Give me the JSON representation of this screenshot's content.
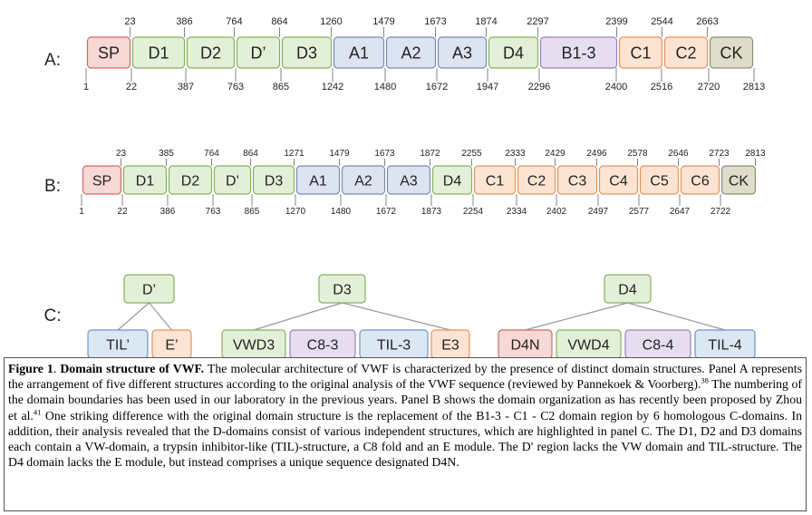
{
  "colors": {
    "sp": {
      "fill": "#f8d8d5",
      "stroke": "#cc6b63"
    },
    "d": {
      "fill": "#e3f0d8",
      "stroke": "#86b05f"
    },
    "a": {
      "fill": "#dde4f1",
      "stroke": "#7889b4"
    },
    "b": {
      "fill": "#e6def0",
      "stroke": "#9784b5"
    },
    "c": {
      "fill": "#fde4d2",
      "stroke": "#e09462"
    },
    "ck": {
      "fill": "#deddc9",
      "stroke": "#8f8e73"
    },
    "til": {
      "fill": "#dbe7f3",
      "stroke": "#6e95c0"
    },
    "line": "#999999",
    "tick": "#666666"
  },
  "panels": [
    {
      "label": "A:",
      "domains": [
        {
          "name": "SP",
          "color": "sp"
        },
        {
          "name": "D1",
          "color": "d"
        },
        {
          "name": "D2",
          "color": "d"
        },
        {
          "name": "D’",
          "color": "d"
        },
        {
          "name": "D3",
          "color": "d"
        },
        {
          "name": "A1",
          "color": "a"
        },
        {
          "name": "A2",
          "color": "a"
        },
        {
          "name": "A3",
          "color": "a"
        },
        {
          "name": "D4",
          "color": "d"
        },
        {
          "name": "B1-3",
          "color": "b"
        },
        {
          "name": "C1",
          "color": "c"
        },
        {
          "name": "C2",
          "color": "c"
        },
        {
          "name": "CK",
          "color": "ck"
        }
      ],
      "top_numbers": [
        "23",
        "386",
        "764",
        "864",
        "1260",
        "1479",
        "1673",
        "1874",
        "2297",
        "2399",
        "2544",
        "2663"
      ],
      "bottom_numbers": [
        "1",
        "22",
        "387",
        "763",
        "865",
        "1242",
        "1480",
        "1672",
        "1947",
        "2296",
        "2400",
        "2516",
        "2720",
        "2813"
      ]
    },
    {
      "label": "B:",
      "domains": [
        {
          "name": "SP",
          "color": "sp"
        },
        {
          "name": "D1",
          "color": "d"
        },
        {
          "name": "D2",
          "color": "d"
        },
        {
          "name": "D’",
          "color": "d"
        },
        {
          "name": "D3",
          "color": "d"
        },
        {
          "name": "A1",
          "color": "a"
        },
        {
          "name": "A2",
          "color": "a"
        },
        {
          "name": "A3",
          "color": "a"
        },
        {
          "name": "D4",
          "color": "d"
        },
        {
          "name": "C1",
          "color": "c"
        },
        {
          "name": "C2",
          "color": "c"
        },
        {
          "name": "C3",
          "color": "c"
        },
        {
          "name": "C4",
          "color": "c"
        },
        {
          "name": "C5",
          "color": "c"
        },
        {
          "name": "C6",
          "color": "c"
        },
        {
          "name": "CK",
          "color": "ck"
        }
      ],
      "top_numbers": [
        "23",
        "385",
        "764",
        "864",
        "1271",
        "1479",
        "1673",
        "1872",
        "2255",
        "2333",
        "2429",
        "2496",
        "2578",
        "2646",
        "2723",
        "2813"
      ],
      "bottom_numbers": [
        "1",
        "22",
        "386",
        "763",
        "865",
        "1270",
        "1480",
        "1672",
        "1873",
        "2254",
        "2334",
        "2402",
        "2497",
        "2577",
        "2647",
        "2722"
      ]
    }
  ],
  "panel_c": {
    "label": "C:",
    "trees": [
      {
        "parent": {
          "name": "D’",
          "color": "d"
        },
        "children": [
          {
            "name": "TIL’",
            "color": "til"
          },
          {
            "name": "E’",
            "color": "c"
          }
        ]
      },
      {
        "parent": {
          "name": "D3",
          "color": "d"
        },
        "children": [
          {
            "name": "VWD3",
            "color": "d"
          },
          {
            "name": "C8-3",
            "color": "b"
          },
          {
            "name": "TIL-3",
            "color": "til"
          },
          {
            "name": "E3",
            "color": "c"
          }
        ]
      },
      {
        "parent": {
          "name": "D4",
          "color": "d"
        },
        "children": [
          {
            "name": "D4N",
            "color": "sp"
          },
          {
            "name": "VWD4",
            "color": "d"
          },
          {
            "name": "C8-4",
            "color": "b"
          },
          {
            "name": "TIL-4",
            "color": "til"
          }
        ]
      }
    ]
  },
  "caption": {
    "figure_label": "Figure 1",
    "title": "Domain structure of VWF.",
    "text_1": " The molecular architecture of VWF is characterized by the presence of distinct domain structures. Panel A represents the arrangement of five different structures according to the original analysis of the VWF sequence (reviewed by Pannekoek & Voorberg).",
    "ref_1": "38",
    "text_2": " The numbering of the domain boundaries has been used in our laboratory in the previous years. Panel B shows the domain organization as has recently been proposed by Zhou et al.",
    "ref_2": "41",
    "text_3": " One striking difference with the original domain structure is the replacement of the B1-3 - C1 - C2 domain region by 6 homologous C-domains. In addition, their analysis revealed that the D-domains consist of various independent structures, which are highlighted in panel C. The D1, D2 and D3 domains each contain a VW-domain, a trypsin inhibitor-like (TIL)-structure, a C8 fold and an E module. The D' region lacks the VW domain and TIL-structure. The D4 domain lacks the E module, but instead comprises a unique sequence designated D4N."
  }
}
